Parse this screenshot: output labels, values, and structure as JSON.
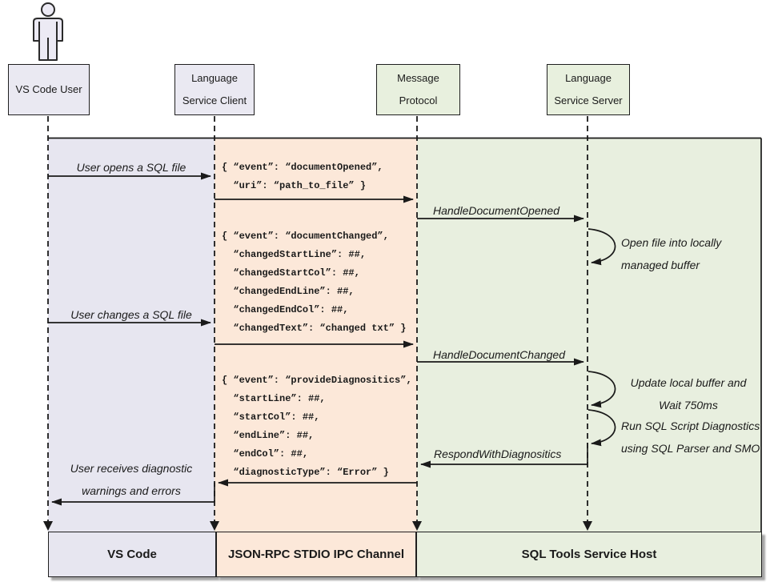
{
  "actors": {
    "user": {
      "label": "VS Code User"
    },
    "client": {
      "line1": "Language",
      "line2": "Service Client"
    },
    "protocol": {
      "line1": "Message",
      "line2": "Protocol"
    },
    "server": {
      "line1": "Language",
      "line2": "Service Server"
    }
  },
  "lanes": {
    "vscode": {
      "label": "VS Code",
      "color": "#e7e6f0"
    },
    "ipc": {
      "label": "JSON-RPC STDIO IPC Channel",
      "color": "#fce8d9"
    },
    "host": {
      "label": "SQL Tools Service Host",
      "color": "#e8efdf"
    }
  },
  "colors": {
    "actor_box_purple": "#eae9f2",
    "actor_box_green": "#e8f0de",
    "line": "#1a1a1a"
  },
  "messages": {
    "open_file": "User opens a SQL file",
    "change_file": "User changes a SQL file",
    "receive_line1": "User receives diagnostic",
    "receive_line2": "warnings and errors",
    "handle_opened": "HandleDocumentOpened",
    "handle_changed": "HandleDocumentChanged",
    "respond_diag": "RespondWithDiagnositics",
    "note_open_1": "Open file into locally",
    "note_open_2": "managed buffer",
    "note_update_1": "Update local buffer and",
    "note_update_2": "Wait 750ms",
    "note_run_1": "Run SQL Script Diagnostics",
    "note_run_2": "using SQL Parser and SMO"
  },
  "json_blocks": {
    "document_opened": {
      "lines": [
        "{ “event”: “documentOpened”,",
        "  “uri”: “path_to_file” }"
      ]
    },
    "document_changed": {
      "lines": [
        "{ “event”: “documentChanged”,",
        "  “changedStartLine”: ##,",
        "  “changedStartCol”: ##,",
        "  “changedEndLine”: ##,",
        "  “changedEndCol”: ##,",
        "  “changedText”: “changed txt” }"
      ]
    },
    "provide_diagnostics": {
      "lines": [
        "{ “event”: “provideDiagnositics”,",
        "  “startLine”: ##,",
        "  “startCol”: ##,",
        "  “endLine”: ##,",
        "  “endCol”: ##,",
        "  “diagnosticType”: “Error” }"
      ]
    }
  }
}
